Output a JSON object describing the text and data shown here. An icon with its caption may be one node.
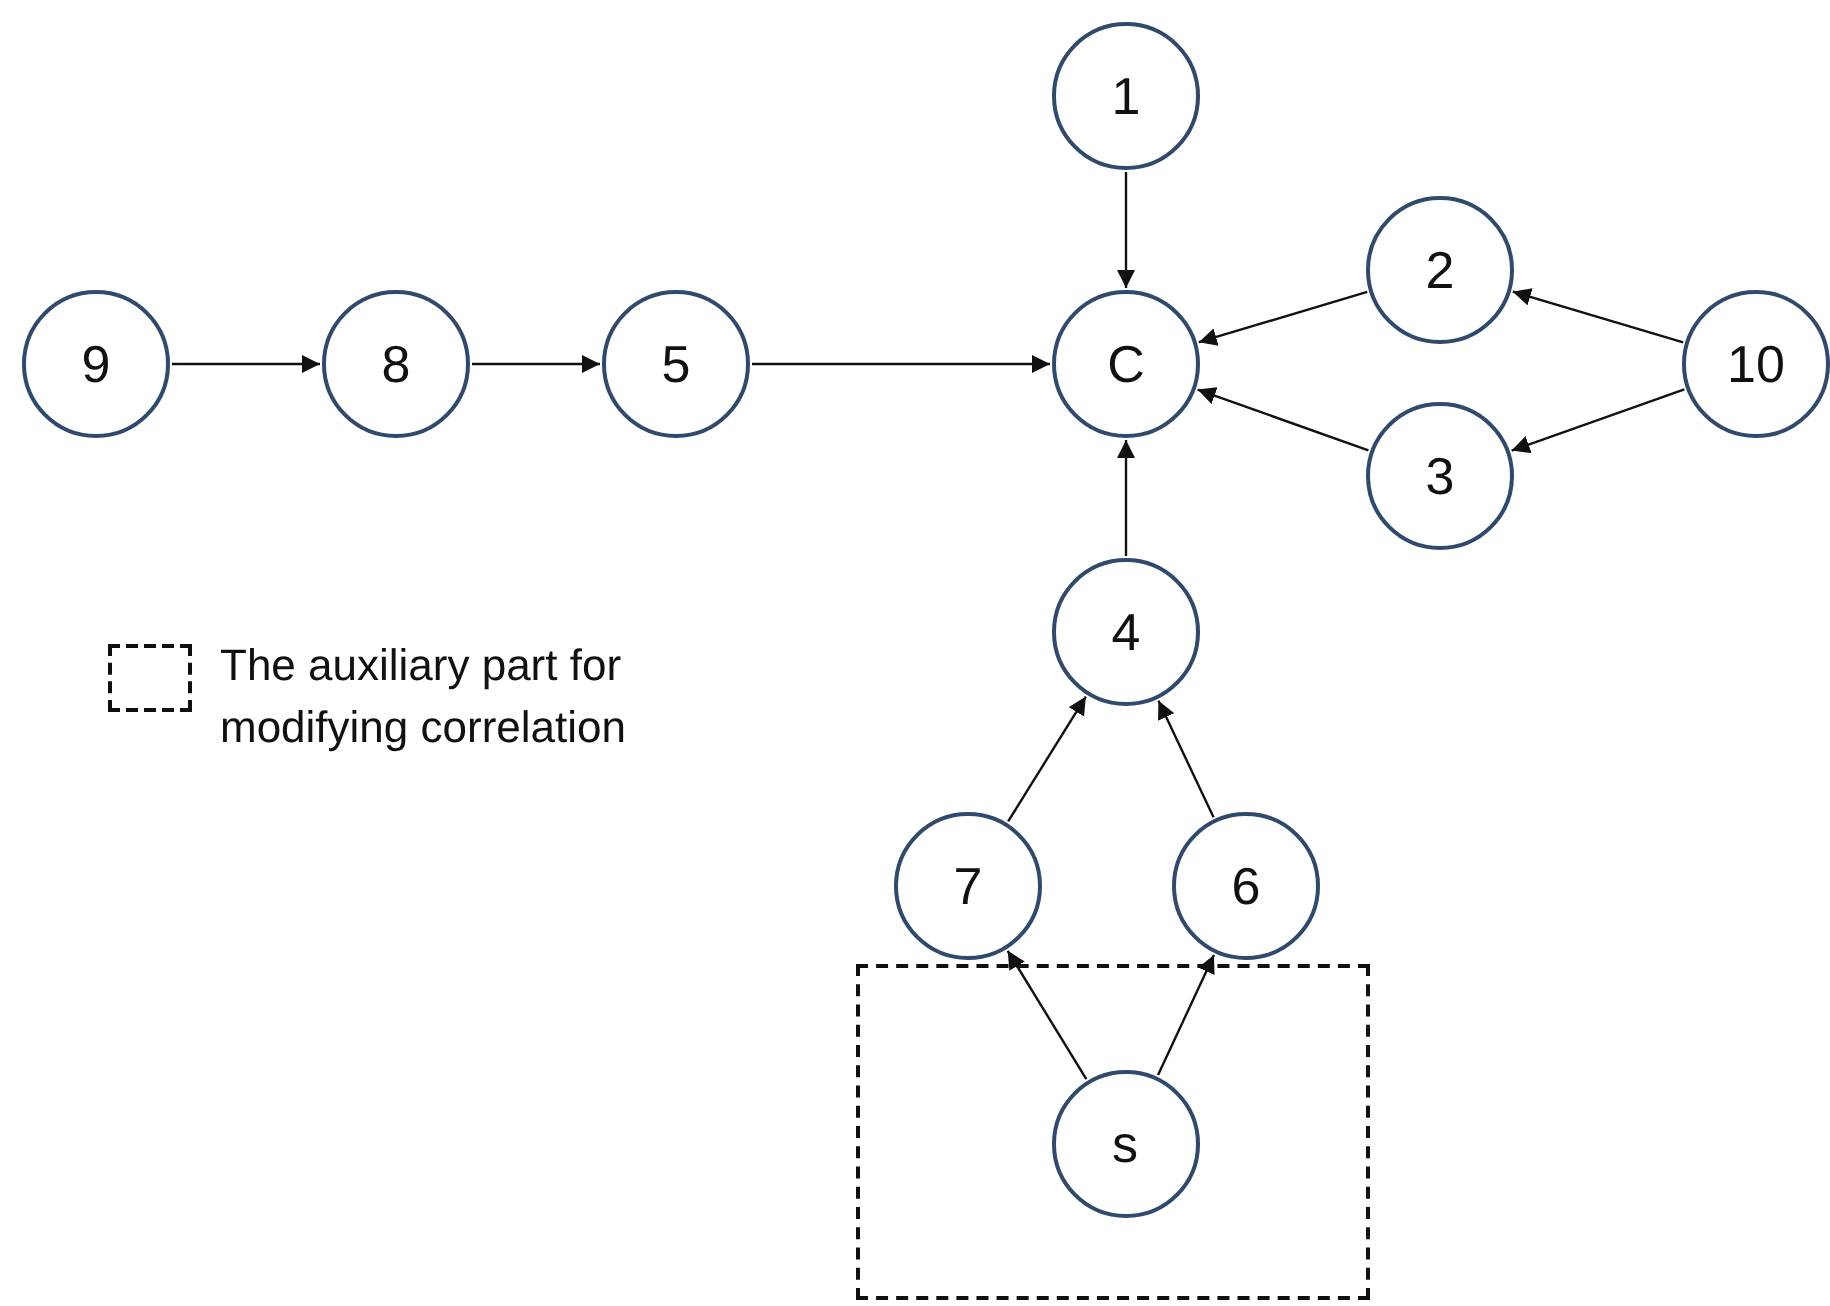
{
  "diagram": {
    "nodes": [
      {
        "text": [
          "1"
        ]
      },
      {
        "text": [
          "2"
        ]
      },
      {
        "text": [
          "9"
        ]
      },
      {
        "text": [
          "8"
        ]
      },
      {
        "text": [
          "5"
        ]
      },
      {
        "text": [
          "C"
        ]
      },
      {
        "text": [
          "10"
        ]
      },
      {
        "text": [
          "3"
        ]
      },
      {
        "text": [
          "4"
        ]
      },
      {
        "text": [
          "7"
        ]
      },
      {
        "text": [
          "6"
        ]
      },
      {
        "text": [],
        "shape": "box"
      },
      {
        "text": [
          "s"
        ],
        "in": 11
      }
    ],
    "edges": [
      {
        "from": 0,
        "to": 5,
        "arrow": "to"
      },
      {
        "from": 1,
        "to": 5,
        "arrow": "to"
      },
      {
        "from": 7,
        "to": 5,
        "arrow": "to"
      },
      {
        "from": 6,
        "to": 1,
        "arrow": "to"
      },
      {
        "from": 6,
        "to": 7,
        "arrow": "to"
      },
      {
        "from": 2,
        "to": 3,
        "arrow": "to"
      },
      {
        "from": 3,
        "to": 4,
        "arrow": "to"
      },
      {
        "from": 4,
        "to": 5,
        "arrow": "to"
      },
      {
        "from": 8,
        "to": 5,
        "arrow": "to"
      },
      {
        "from": 9,
        "to": 8,
        "arrow": "to"
      },
      {
        "from": 10,
        "to": 8,
        "arrow": "to"
      },
      {
        "from": 12,
        "to": 9,
        "arrow": "to"
      },
      {
        "from": 12,
        "to": 10,
        "arrow": "to"
      }
    ],
    "legend": [
      {
        "text": "The auxiliary part for modifying correlation"
      }
    ]
  }
}
